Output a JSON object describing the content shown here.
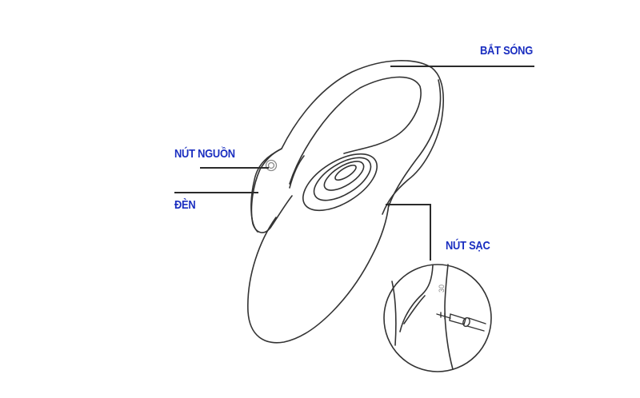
{
  "diagram": {
    "subject": "wearable vibrating device with charging jack",
    "label_color": "#1a2ec0",
    "line_color": "#333333",
    "labels": {
      "bat_song": "BẮT SÓNG",
      "nut_nguon": "NÚT NGUỒN",
      "den": "ĐÈN",
      "nut_sac": "NÚT SẠC"
    },
    "inset": {
      "description": "magnified view of charging port with 3.5mm jack plug",
      "port_marking": "30"
    }
  }
}
